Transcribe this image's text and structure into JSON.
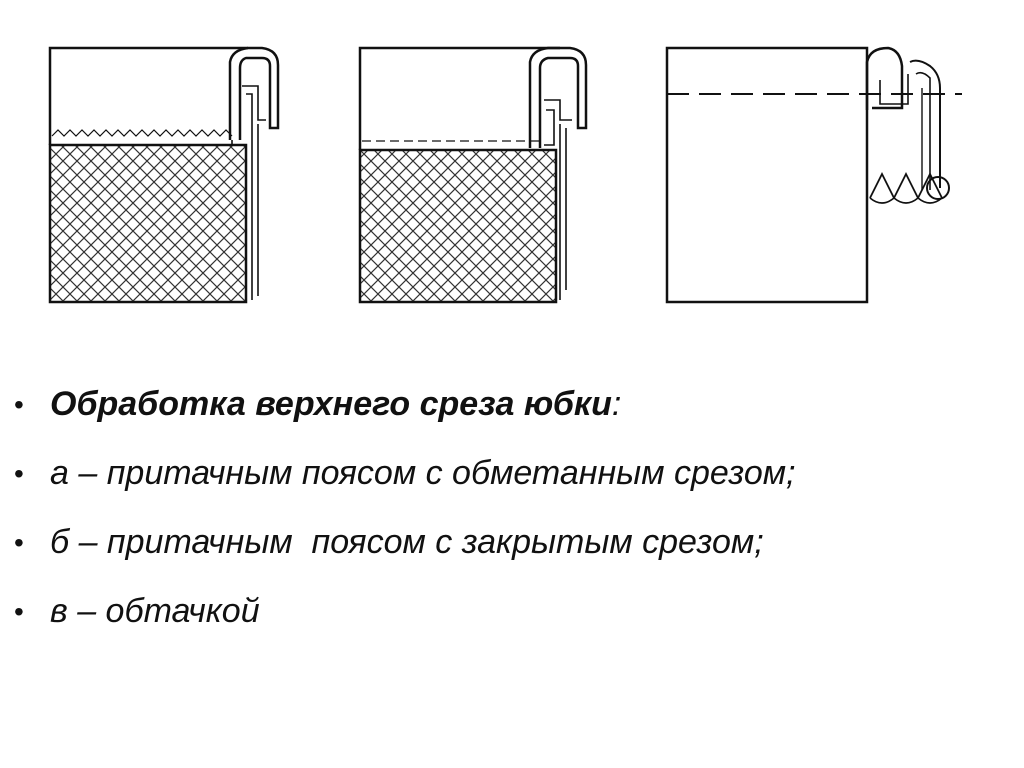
{
  "slide": {
    "heading_bold": "Обработка верхнего среза юбки",
    "heading_colon": ":",
    "items": [
      "а – притачным поясом с обметанным срезом;",
      "б – притачным  поясом с закрытым срезом;",
      "в – обтачкой"
    ]
  },
  "style": {
    "line_color": "#111111",
    "hatch_color": "#333333",
    "background": "#ffffff"
  }
}
